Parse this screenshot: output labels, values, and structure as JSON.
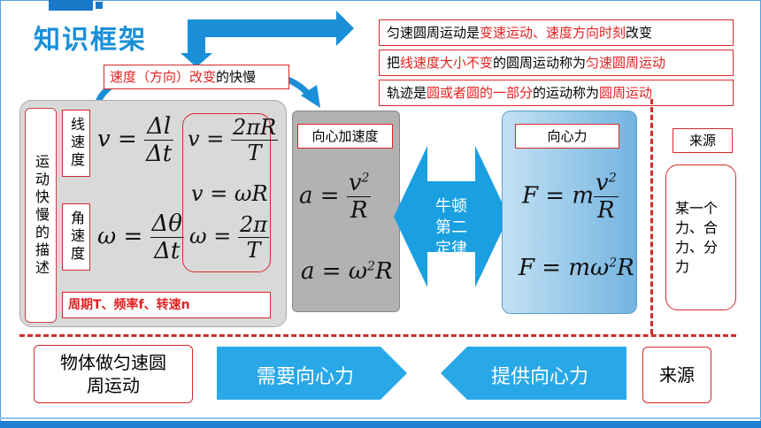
{
  "title": "知识框架",
  "statements": [
    {
      "parts": [
        {
          "t": "匀速圆周运动是",
          "r": false
        },
        {
          "t": "变速运动、速度方向时刻",
          "r": true
        },
        {
          "t": "改变",
          "r": false
        }
      ]
    },
    {
      "parts": [
        {
          "t": "把",
          "r": false
        },
        {
          "t": "线速度大小不变",
          "r": true
        },
        {
          "t": "的圆周运动称为",
          "r": false
        },
        {
          "t": "匀速圆周运动",
          "r": true
        }
      ]
    },
    {
      "parts": [
        {
          "t": "轨迹是",
          "r": false
        },
        {
          "t": "圆或者圆的一部分",
          "r": true
        },
        {
          "t": "的运动称为",
          "r": false
        },
        {
          "t": "圆周运动",
          "r": true
        }
      ]
    }
  ],
  "speed_change": {
    "red": "速度（方向）改变",
    "black": "的快慢"
  },
  "motion_desc": "运动快慢的描述",
  "linear_speed": "线速度",
  "angular_speed": "角速度",
  "period_line": "周期T、频率f、转速n",
  "centripetal_accel": "向心加速度",
  "newton_law": "牛顿第二定律",
  "centripetal_force": "向心力",
  "source_label": "来源",
  "source_text": "某一个力、合力、分力",
  "bottom": {
    "object_motion": "物体做匀速圆周运动",
    "need": "需要向心力",
    "provide": "提供向心力",
    "source": "来源"
  },
  "colors": {
    "accent": "#1a8fd8",
    "red": "#d62a2a",
    "gray_panel": "#b8b8b8",
    "blue_panel": "#8fc6e8"
  }
}
